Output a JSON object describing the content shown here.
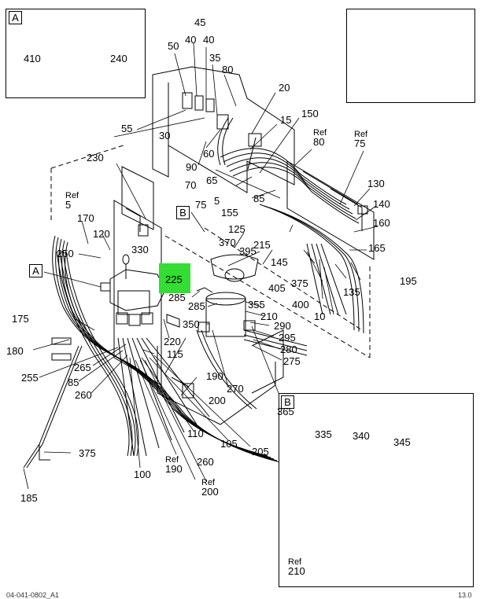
{
  "diagram": {
    "inset_a": {
      "letter": "A",
      "labels": {
        "p410": "410",
        "p240": "240"
      }
    },
    "inset_b": {
      "letter": "B",
      "labels": {
        "p335": "335",
        "p340": "340",
        "p345": "345",
        "ref210": {
          "ref": "Ref",
          "num": "210"
        }
      }
    },
    "callouts": {
      "a": "A",
      "b": "B"
    },
    "highlight": {
      "label": "225",
      "color": "#33dd33"
    },
    "labels": {
      "p45": "45",
      "p50": "50",
      "p40a": "40",
      "p40b": "40",
      "p35": "35",
      "p80": "80",
      "p20": "20",
      "p15": "15",
      "p150": "150",
      "p55": "55",
      "p30": "30",
      "p60": "60",
      "p90": "90",
      "p65": "65",
      "p70": "70",
      "p75": "75",
      "p5": "5",
      "p155": "155",
      "p85": "85",
      "p125": "125",
      "p230": "230",
      "p170": "170",
      "p120": "120",
      "p250": "250",
      "p330": "330",
      "p370": "370",
      "p215": "215",
      "p395": "395",
      "p145": "145",
      "p130": "130",
      "p140": "140",
      "p160": "160",
      "p165": "165",
      "p195": "195",
      "p405": "405",
      "p375a": "375",
      "p400": "400",
      "p10": "10",
      "p135": "135",
      "p285a": "285",
      "p285b": "285",
      "p355": "355",
      "p210": "210",
      "p290": "290",
      "p350": "350",
      "p295": "295",
      "p280": "280",
      "p275": "275",
      "p175": "175",
      "p220": "220",
      "p180": "180",
      "p115": "115",
      "p265": "265",
      "p255": "255",
      "p85b": "85",
      "p260a": "260",
      "p190": "190",
      "p270": "270",
      "p200": "200",
      "p365": "365",
      "p110": "110",
      "p105": "105",
      "p205": "205",
      "p375b": "375",
      "p100": "100",
      "p260b": "260",
      "p185": "185"
    },
    "refs": {
      "ref5": {
        "ref": "Ref",
        "num": "5"
      },
      "ref80": {
        "ref": "Ref",
        "num": "80"
      },
      "ref75": {
        "ref": "Ref",
        "num": "75"
      },
      "ref190": {
        "ref": "Ref",
        "num": "190"
      },
      "ref200": {
        "ref": "Ref",
        "num": "200"
      }
    },
    "footer": {
      "left": "04-041-0802_A1",
      "right": "13.0"
    }
  }
}
